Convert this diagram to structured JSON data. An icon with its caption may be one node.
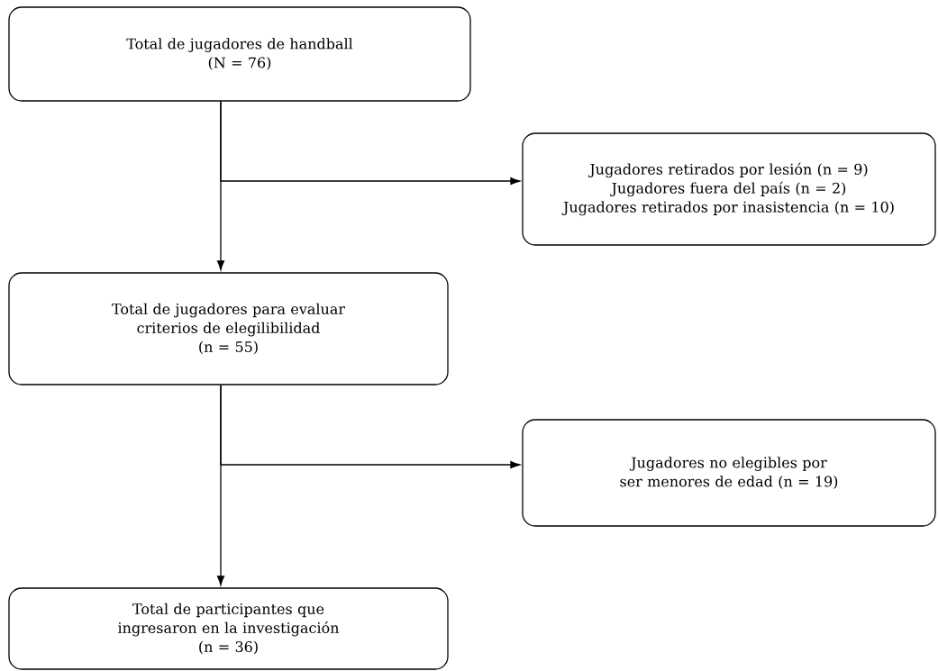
{
  "diagram": {
    "nodes": [
      {
        "text": [
          "Total de jugadores de handball",
          "(N = 76)"
        ]
      },
      {
        "text": [
          "Jugadores retirados por lesión (n = 9)",
          "Jugadores fuera del país (n = 2)",
          "Jugadores retirados por inasistencia (n = 10)"
        ]
      },
      {
        "text": [
          "Total de jugadores para evaluar criterios de elegilibilidad",
          "(n = 55)"
        ]
      },
      {
        "text": [
          "Jugadores no elegibles por ser menores de edad (n = 19)"
        ]
      },
      {
        "text": [
          "Total de participantes que ingresaron en la investigación",
          "(n = 36)"
        ]
      }
    ],
    "edges": [
      {
        "from": 0,
        "to": 1,
        "arrow": "to"
      },
      {
        "from": 0,
        "to": 2,
        "arrow": "to"
      },
      {
        "from": 2,
        "to": 3,
        "arrow": "to"
      },
      {
        "from": 2,
        "to": 4,
        "arrow": "to"
      }
    ]
  }
}
